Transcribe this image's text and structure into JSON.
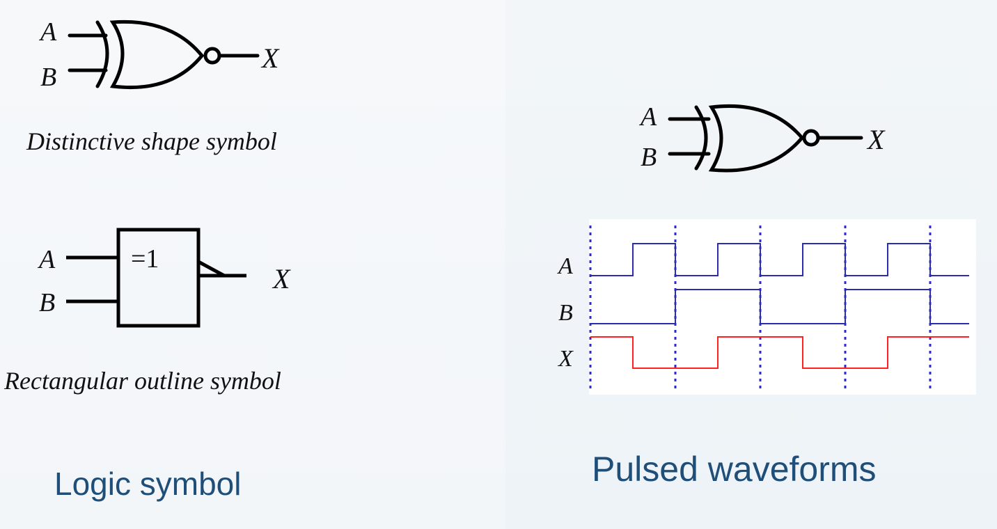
{
  "left": {
    "distinctive": {
      "input_a": "A",
      "input_b": "B",
      "output": "X",
      "caption": "Distinctive shape symbol"
    },
    "rectangular": {
      "input_a": "A",
      "input_b": "B",
      "output": "X",
      "gate_label": "=1",
      "caption": "Rectangular outline symbol"
    },
    "title": "Logic symbol"
  },
  "right": {
    "gate": {
      "input_a": "A",
      "input_b": "B",
      "output": "X"
    },
    "waveforms": {
      "label_a": "A",
      "label_b": "B",
      "label_x": "X",
      "signal_a": [
        0,
        1,
        0,
        1,
        0,
        1,
        0,
        1,
        0
      ],
      "signal_b": [
        0,
        0,
        1,
        1,
        0,
        0,
        1,
        1,
        0
      ],
      "signal_x": [
        1,
        0,
        0,
        1,
        1,
        0,
        0,
        1,
        1
      ],
      "colors": {
        "inputs": "#2b2bb0",
        "output": "#ff2020",
        "markers": "#2b2bd0"
      }
    },
    "title": "Pulsed waveforms"
  }
}
